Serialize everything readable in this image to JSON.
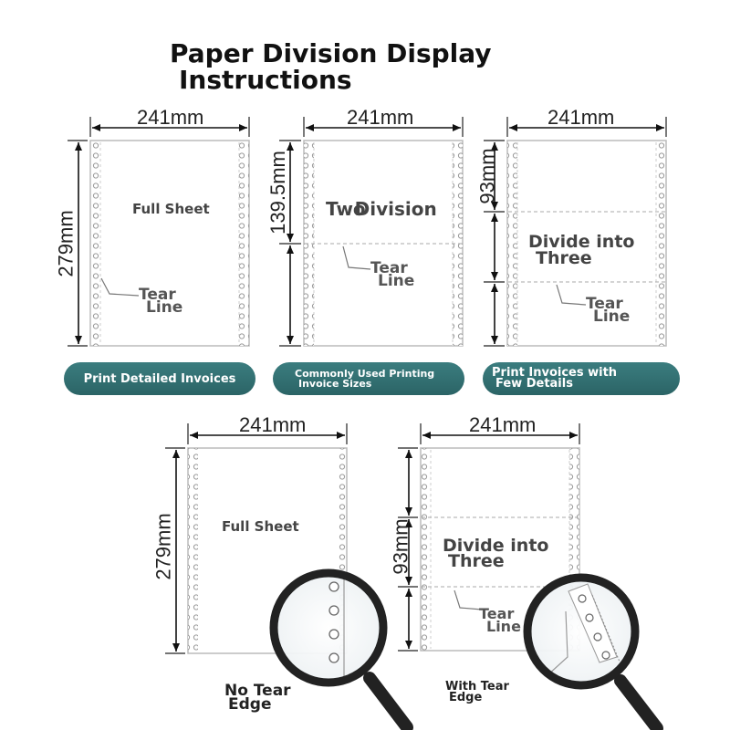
{
  "title": {
    "line1": "Paper Division Display",
    "line2": "Instructions"
  },
  "dimensions": {
    "width": "241mm",
    "height_full": "279mm",
    "height_half": "139.5mm",
    "height_third": "93mm"
  },
  "panels": {
    "full_sheet": {
      "label": "Full Sheet",
      "tear_line1": "Tear",
      "tear_line2": "Line"
    },
    "two_division": {
      "label_part1": "Two",
      "label_part2": "Division",
      "tear_line1": "Tear",
      "tear_line2": "Line"
    },
    "three_division": {
      "label_line1": "Divide into",
      "label_line2": "Three",
      "tear_line1": "Tear",
      "tear_line2": "Line"
    }
  },
  "pills": {
    "full": "Print Detailed Invoices",
    "two_line1": "Commonly Used Printing",
    "two_line2": "Invoice Sizes",
    "three_line1": "Print Invoices with",
    "three_line2": "Few Details"
  },
  "bottom": {
    "full_label": "Full Sheet",
    "three_line1": "Divide into",
    "three_line2": "Three",
    "tear_line1": "Tear",
    "tear_line2": "Line",
    "no_tear_line1": "No Tear",
    "no_tear_line2": "Edge",
    "with_tear_line1": "With Tear",
    "with_tear_line2": "Edge"
  },
  "colors": {
    "pill": "#2f6e70",
    "paper_border": "#bbbbbb",
    "tear_dash": "#cccccc",
    "text": "#333333"
  }
}
